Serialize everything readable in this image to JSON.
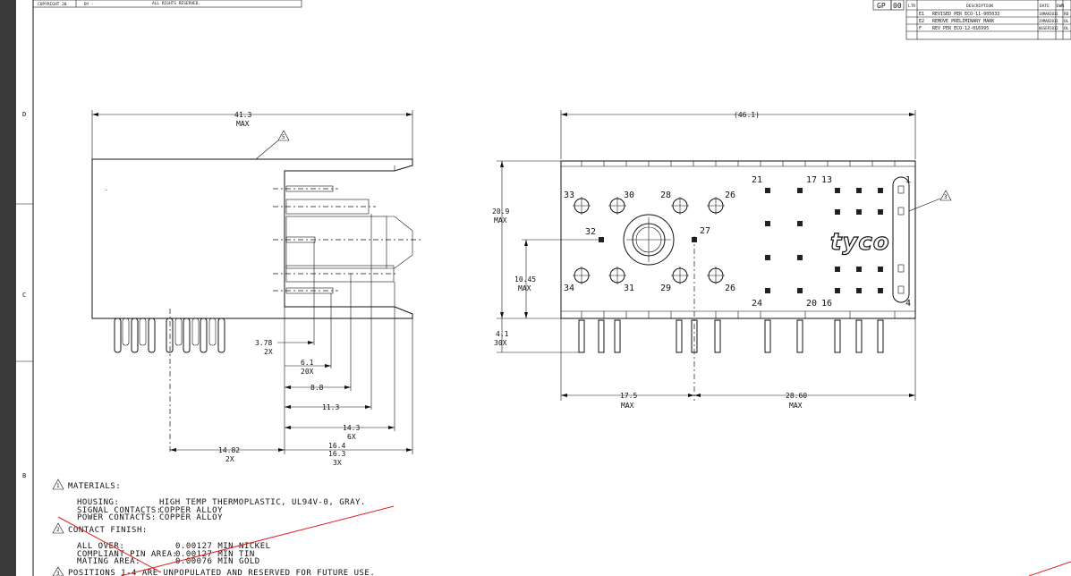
{
  "title_block": {
    "copyright": "COPYRIGHT 20",
    "by": "BY -",
    "rights": "ALL RIGHTS RESERVED."
  },
  "rev_block": {
    "gp_label": "GP",
    "gp_value": "00",
    "headers": [
      "LTR",
      "DESCRIPTION",
      "DATE",
      "DWN"
    ],
    "rows": [
      {
        "ltr": "E1",
        "desc": "REVISED PER ECO-11-005033",
        "date": "18MAR2011",
        "dwn": "RD"
      },
      {
        "ltr": "E2",
        "desc": "REMOVE PRELIMINARY MARK",
        "date": "29MAR2011",
        "dwn": "OL"
      },
      {
        "ltr": "F",
        "desc": "REV PER ECO-12-016995",
        "date": "06SEP2012",
        "dwn": "OL"
      }
    ]
  },
  "zone_letters": [
    "D",
    "C",
    "B"
  ],
  "side_view": {
    "dims": {
      "overall_length": "41.3",
      "overall_length_note": "MAX",
      "note_ref": "5",
      "d_378": "3.78",
      "d_378_note": "2X",
      "d_61": "6.1",
      "d_61_note": "20X",
      "d_88": "8.8",
      "d_113": "11.3",
      "d_143": "14.3",
      "d_143_note": "6X",
      "d_1482": "14.82",
      "d_1482_note": "2X",
      "d_164": "16.4",
      "d_163": "16.3",
      "d_163_note": "3X"
    }
  },
  "front_view": {
    "dims": {
      "width": "(46.1)",
      "height": "20.9",
      "height_note": "MAX",
      "mid": "10.45",
      "mid_note": "MAX",
      "tail": "4.1",
      "tail_note": "30X",
      "left_w": "17.5",
      "left_w_note": "MAX",
      "right_w": "28.60",
      "right_w_note": "MAX",
      "note_ref": "3"
    },
    "brand": "tyco",
    "pin_labels": [
      "33",
      "30",
      "28",
      "26",
      "32",
      "27",
      "34",
      "31",
      "29",
      "26",
      "21",
      "17",
      "13",
      "1",
      "24",
      "20",
      "16",
      "4"
    ]
  },
  "notes": {
    "n1_num": "1",
    "n1_title": "MATERIALS:",
    "housing_label": "HOUSING:",
    "housing_value": "HIGH TEMP THERMOPLASTIC, UL94V-0, GRAY.",
    "signal_label": "SIGNAL CONTACTS:",
    "signal_value": "COPPER ALLOY",
    "power_label": "POWER CONTACTS:",
    "power_value": "COPPER ALLOY",
    "n2_num": "2",
    "n2_title": "CONTACT FINISH:",
    "allover_label": "ALL OVER:",
    "allover_value": "0.00127 MIN NICKEL",
    "compliant_label": "COMPLIANT PIN AREA:",
    "compliant_value": "0.00127 MIN TIN",
    "mating_label": "MATING AREA:",
    "mating_value": "0.00076 MIN GOLD",
    "n3_num": "3",
    "n3_text": "POSITIONS 1-4 ARE UNPOPULATED AND RESERVED FOR FUTURE USE."
  }
}
